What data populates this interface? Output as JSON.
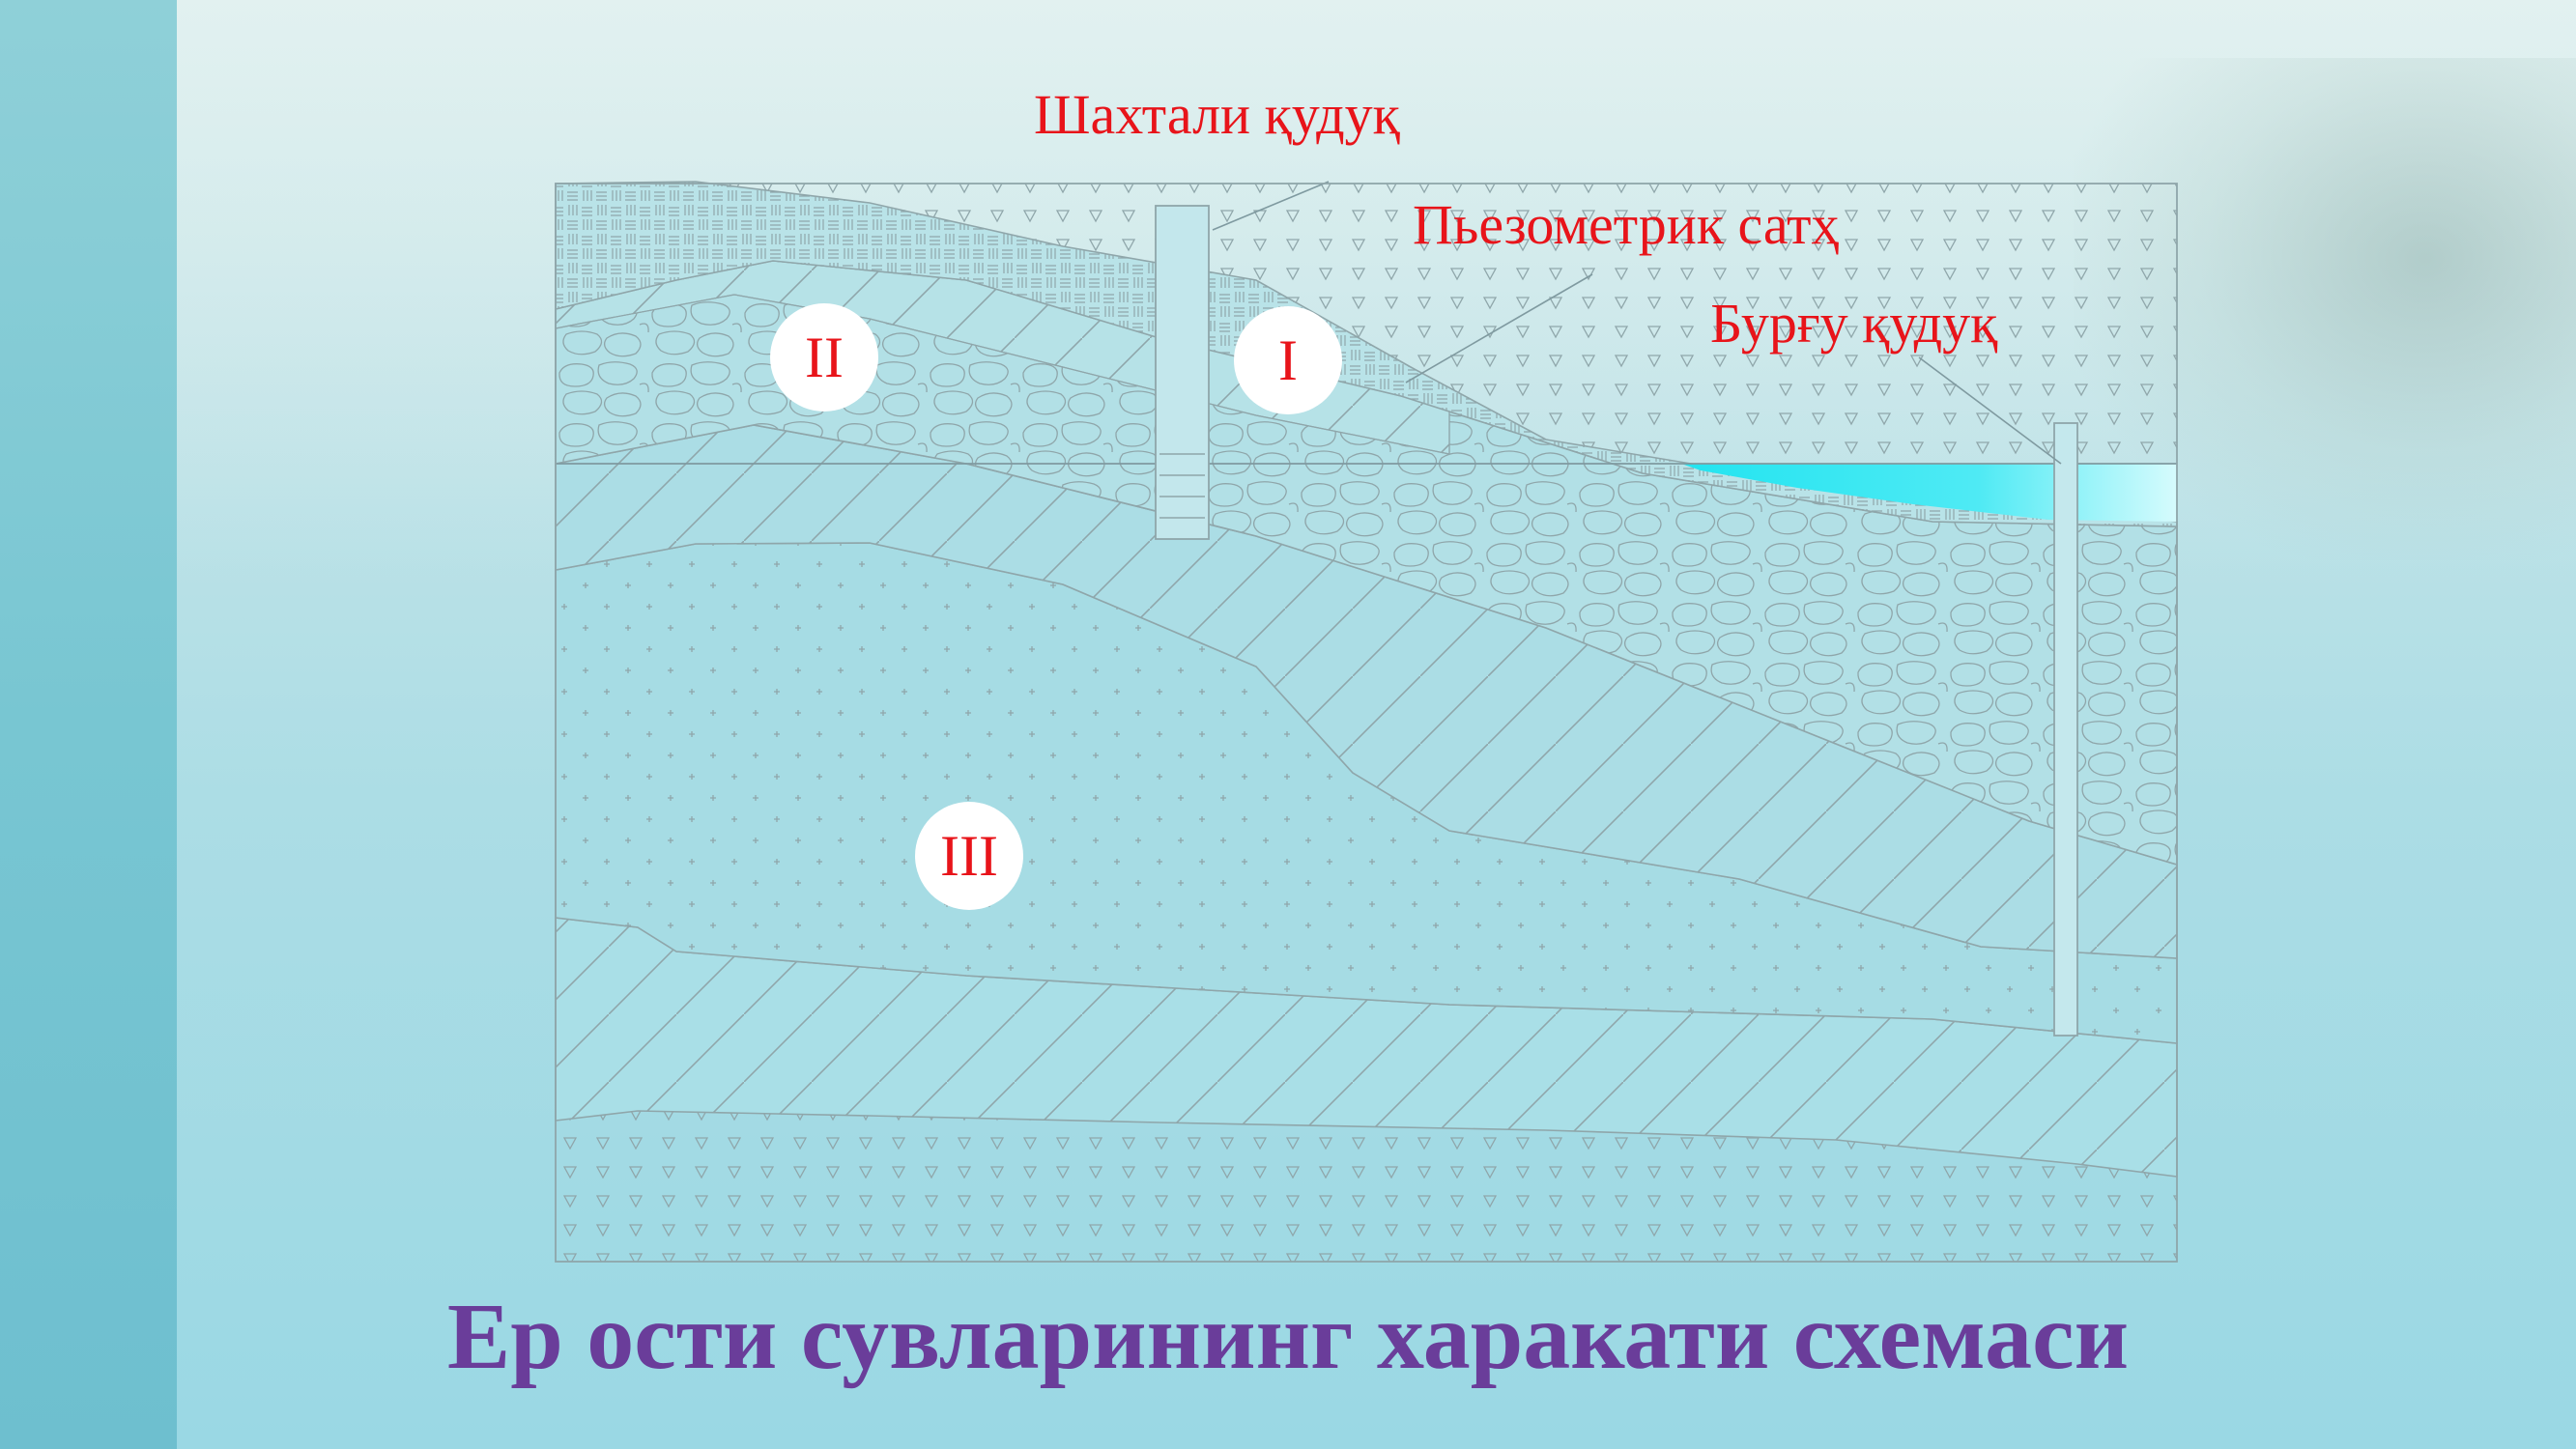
{
  "labels": {
    "shaft_well": "Шахтали қудуқ",
    "piezometric_level": "Пьезометрик сатҳ",
    "drill_well": "Бурғу қудуқ"
  },
  "zones": {
    "zone_1": "I",
    "zone_2": "II",
    "zone_3": "III"
  },
  "title": "Ер ости сувларининг харакати схемаси",
  "colors": {
    "label_red": "#e8141a",
    "title_purple": "#6a3d9a",
    "water_cyan": "#22e4f0",
    "line_gray": "#8fa6aa"
  }
}
